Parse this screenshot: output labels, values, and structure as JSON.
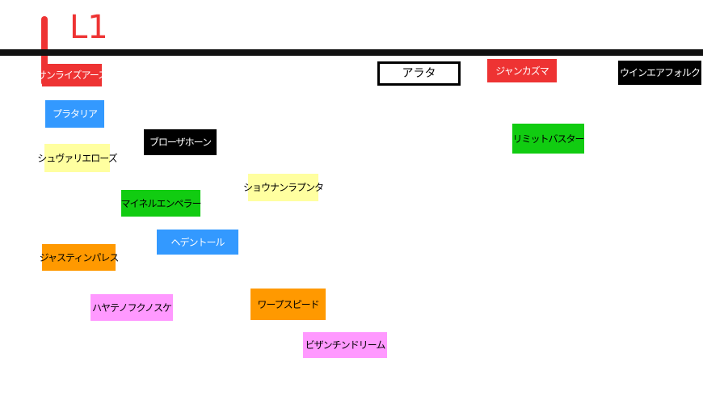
{
  "marker": {
    "label": "L1",
    "color": "#ee3333"
  },
  "palette": {
    "red": "#ee3333",
    "black": "#000000",
    "blue": "#3399ff",
    "yellow": "#ffffa0",
    "green": "#11cc11",
    "orange": "#ff9900",
    "pink": "#ff99ff",
    "white": "#ffffff"
  },
  "tags": [
    {
      "id": "sunrise-earth",
      "text": "サンライズアース",
      "color": "red"
    },
    {
      "id": "arata",
      "text": "アラタ",
      "color": "white",
      "outlined": true
    },
    {
      "id": "jankazuma",
      "text": "ジャンカズマ",
      "color": "red"
    },
    {
      "id": "win-air-folk",
      "text": "ウインエアフォルク",
      "color": "black"
    },
    {
      "id": "prata-ria",
      "text": "プラタリア",
      "color": "blue"
    },
    {
      "id": "browser-horn",
      "text": "ブローザホーン",
      "color": "black"
    },
    {
      "id": "limit-buster",
      "text": "リミットバスター",
      "color": "green"
    },
    {
      "id": "chevalier-rose",
      "text": "シュヴァリエローズ",
      "color": "yellow"
    },
    {
      "id": "shonan-lavanda",
      "text": "ショウナンラプンタ",
      "color": "yellow"
    },
    {
      "id": "meisho-emperor",
      "text": "マイネルエンペラー",
      "color": "green"
    },
    {
      "id": "hedentor",
      "text": "ヘデントール",
      "color": "blue"
    },
    {
      "id": "justin-palace",
      "text": "ジャスティンパレス",
      "color": "orange"
    },
    {
      "id": "hayate-nofukunosuke",
      "text": "ハヤテノフクノスケ",
      "color": "pink"
    },
    {
      "id": "warp-speed",
      "text": "ワープスピード",
      "color": "orange"
    },
    {
      "id": "bizanchine-dream",
      "text": "ビザンチンドリーム",
      "color": "pink"
    }
  ]
}
